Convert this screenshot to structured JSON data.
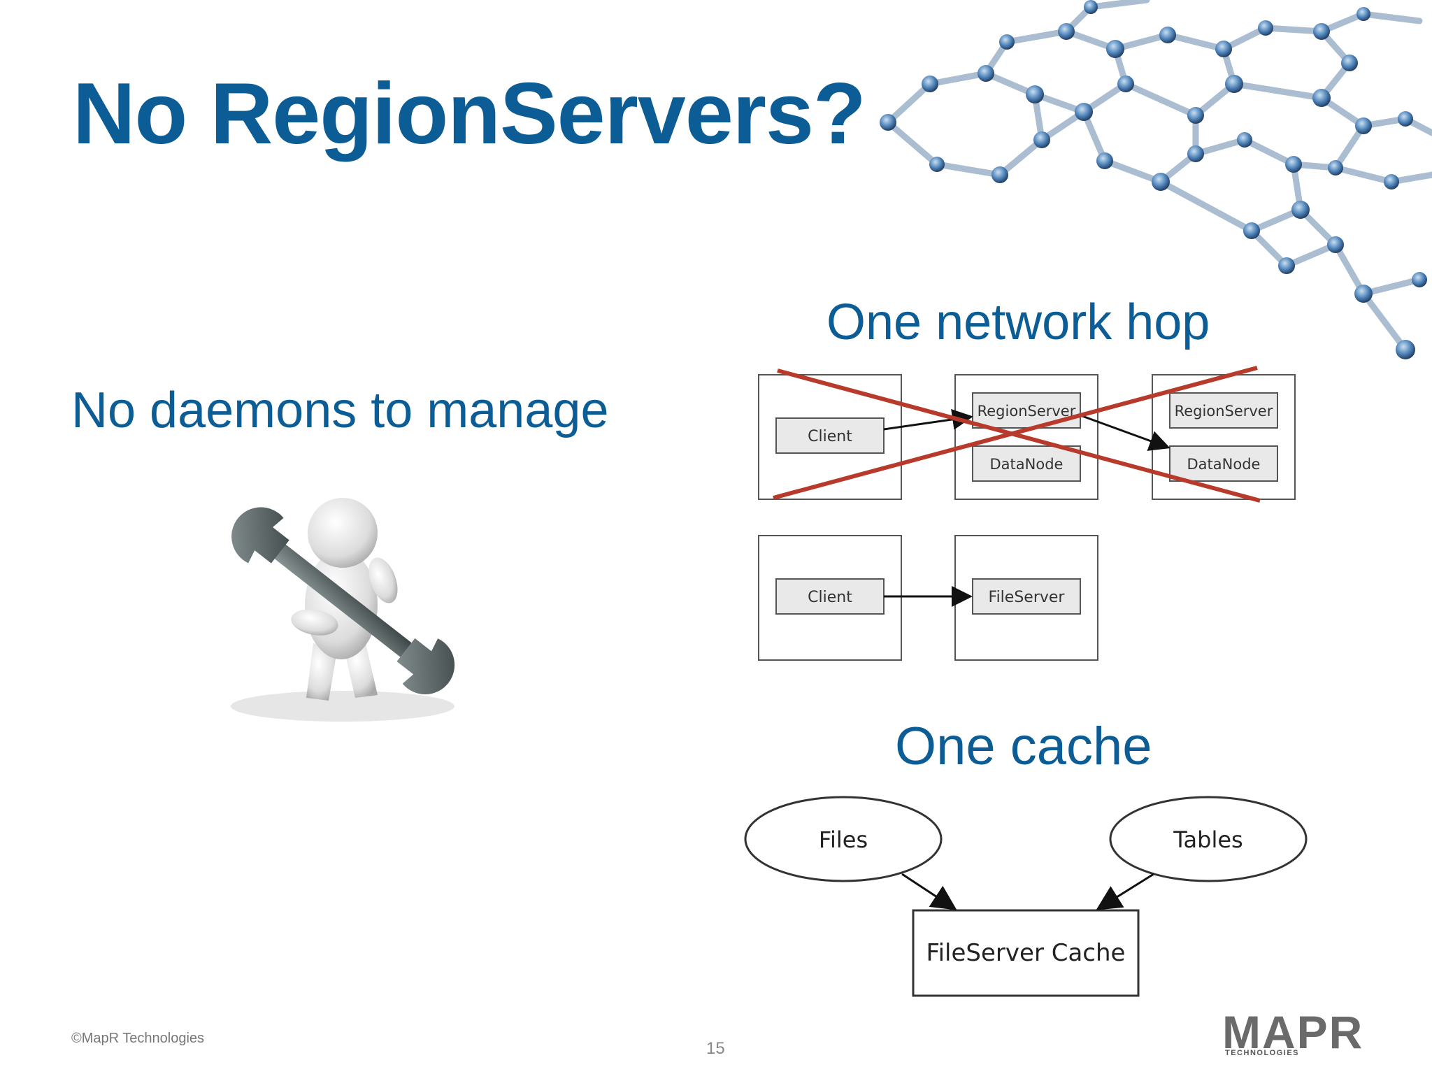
{
  "slide": {
    "title": "No RegionServers?",
    "left_heading": "No daemons to manage",
    "hop_heading": "One network hop",
    "cache_heading": "One cache",
    "footer_copyright": "©MapR Technologies",
    "page_number": "15",
    "logo": {
      "main": "MAPR",
      "sub": "TECHNOLOGIES"
    }
  },
  "diagram_hop": {
    "crossed_out": {
      "client": "Client",
      "regionserver_1": "RegionServer",
      "datanode_1": "DataNode",
      "regionserver_2": "RegionServer",
      "datanode_2": "DataNode"
    },
    "direct": {
      "client": "Client",
      "fileserver": "FileServer"
    }
  },
  "diagram_cache": {
    "files": "Files",
    "tables": "Tables",
    "cache": "FileServer Cache"
  },
  "colors": {
    "title": "#0c5c96",
    "cross": "#b83a2a",
    "box_fill": "#e9e9e9"
  },
  "icons": [
    "molecule-network-graphic",
    "wrench-person-icon"
  ]
}
